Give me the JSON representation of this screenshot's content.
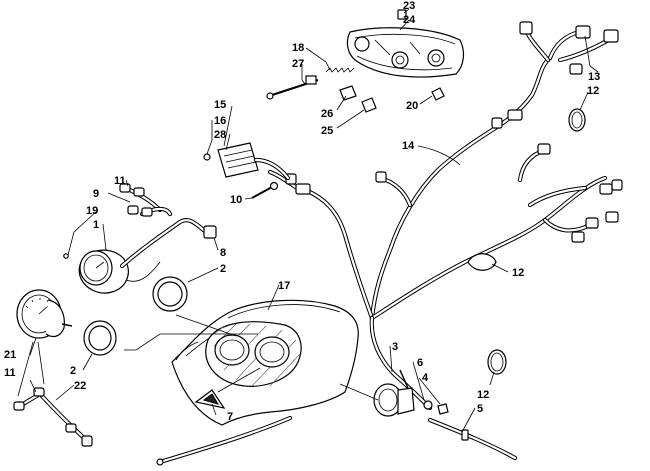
{
  "callouts": {
    "c1": "1",
    "c2a": "2",
    "c2b": "2",
    "c3": "3",
    "c4": "4",
    "c5": "5",
    "c6": "6",
    "c7": "7",
    "c8": "8",
    "c9": "9",
    "c10": "10",
    "c11a": "11",
    "c11b": "11",
    "c12a": "12",
    "c12b": "12",
    "c12c": "12",
    "c13": "13",
    "c14": "14",
    "c15": "15",
    "c16": "16",
    "c17": "17",
    "c18": "18",
    "c19": "19",
    "c20": "20",
    "c21": "21",
    "c22": "22",
    "c23": "23",
    "c24": "24",
    "c25": "25",
    "c26": "26",
    "c27": "27",
    "c28": "28"
  }
}
